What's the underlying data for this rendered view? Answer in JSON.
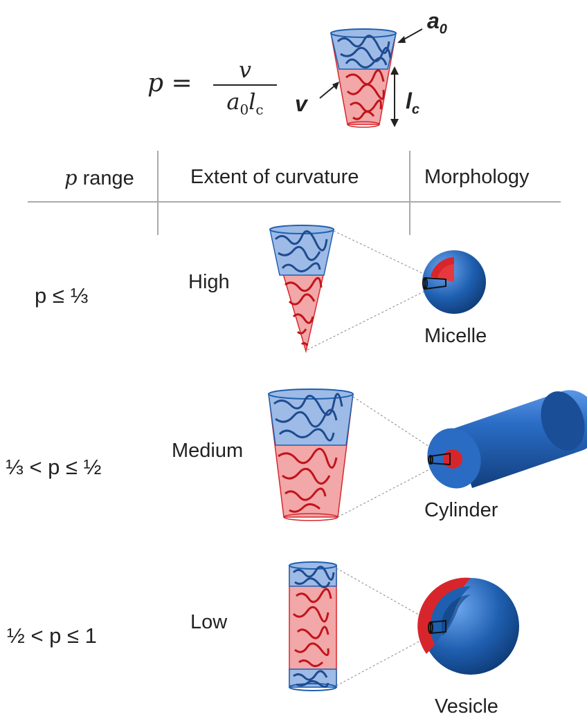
{
  "formula": {
    "lhs": "p",
    "equals": "=",
    "numerator": "v",
    "denominator_main": "a",
    "denominator_sub0": "0",
    "denominator_l": "l",
    "denominator_subc": "c"
  },
  "schematic_labels": {
    "a0_main": "a",
    "a0_sub": "0",
    "v": "v",
    "lc_main": "l",
    "lc_sub": "c"
  },
  "table": {
    "headers": {
      "p_symbol": "p",
      "p_rest": " range",
      "curvature": "Extent of curvature",
      "morphology": "Morphology"
    },
    "rows": [
      {
        "range_html": "p ≤ ⅓",
        "curvature": "High",
        "morphology": "Micelle"
      },
      {
        "range_html": "⅓ < p ≤ ½",
        "curvature": "Medium",
        "morphology": "Cylinder"
      },
      {
        "range_html": "½ < p ≤ 1",
        "curvature": "Low",
        "morphology": "Vesicle"
      }
    ]
  },
  "colors": {
    "hydrophilic_blue": "#1f5fb0",
    "hydrophobic_red": "#d7262b",
    "blue_fill": "#9dbbe6",
    "red_fill": "#f2a7a8",
    "rule": "#aaaaaa"
  }
}
